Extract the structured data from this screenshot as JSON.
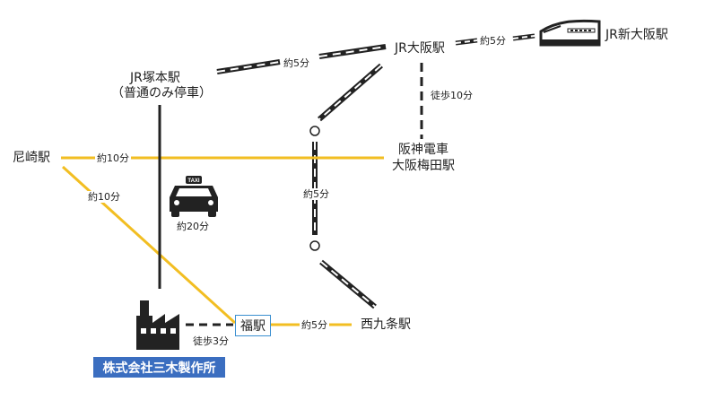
{
  "stations": {
    "tsukamoto": "JR塚本駅",
    "tsukamoto_note": "（普通のみ停車）",
    "jr_osaka": "JR大阪駅",
    "shin_osaka": "JR新大阪駅",
    "amagasaki": "尼崎駅",
    "hanshin_line1": "阪神電車",
    "hanshin_line2": "大阪梅田駅",
    "fuku": "福駅",
    "nishikujo": "西九条駅"
  },
  "times": {
    "osaka_shinosaka": "約5分",
    "tsukamoto_osaka": "約5分",
    "osaka_walk": "徒歩10分",
    "amagasaki_umeda": "約10分",
    "amagasaki_fuku": "約10分",
    "taxi": "約20分",
    "loop": "約5分",
    "fuku_nishikujo": "約5分",
    "company_walk": "徒歩3分"
  },
  "company": {
    "name": "株式会社三木製作所"
  },
  "icons": {
    "taxi_text": "TAXI"
  },
  "colors": {
    "hanshin": "#f2be22",
    "jr": "#222222",
    "company_bg": "#3b6ec0",
    "box_border": "#3a8fd0"
  }
}
